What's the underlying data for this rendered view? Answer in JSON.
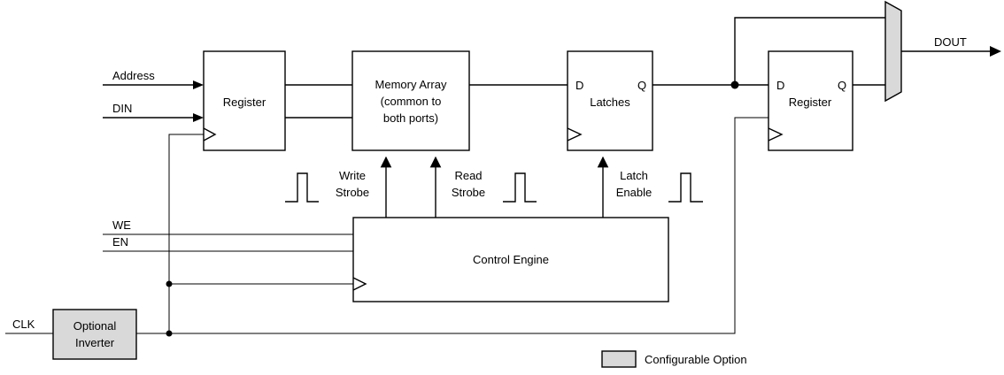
{
  "signals": {
    "address": "Address",
    "din": "DIN",
    "we": "WE",
    "en": "EN",
    "clk": "CLK",
    "dout": "DOUT"
  },
  "blocks": {
    "input_register": "Register",
    "memory_array": [
      "Memory Array",
      "(common to",
      "both ports)"
    ],
    "latches": "Latches",
    "output_register": "Register",
    "control_engine": "Control Engine",
    "optional_inverter": [
      "Optional",
      "Inverter"
    ]
  },
  "ports": {
    "latch_d": "D",
    "latch_q": "Q",
    "reg_d": "D",
    "reg_q": "Q"
  },
  "strobes": {
    "write": [
      "Write",
      "Strobe"
    ],
    "read": [
      "Read",
      "Strobe"
    ],
    "latch": [
      "Latch",
      "Enable"
    ]
  },
  "legend": {
    "label": "Configurable Option",
    "color": "#d9d9d9"
  }
}
